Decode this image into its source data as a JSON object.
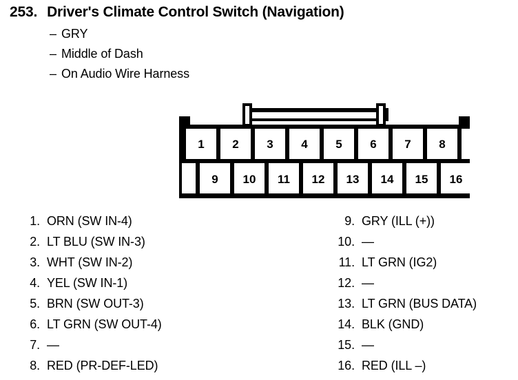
{
  "header": {
    "entry_number": "253.",
    "title": "Driver's Climate Control Switch (Navigation)",
    "dash": "–",
    "sub_lines": [
      "GRY",
      "Middle of Dash",
      "On Audio Wire Harness"
    ]
  },
  "connector": {
    "name": "16-pin-connector",
    "top_row_pins": [
      "1",
      "2",
      "3",
      "4",
      "5",
      "6",
      "7",
      "8"
    ],
    "bottom_row_pins": [
      "9",
      "10",
      "11",
      "12",
      "13",
      "14",
      "15",
      "16"
    ],
    "outline_color": "#000000",
    "fill_color": "#ffffff"
  },
  "pin_list": {
    "left": [
      {
        "index": "1.",
        "desc": "ORN (SW IN-4)"
      },
      {
        "index": "2.",
        "desc": "LT BLU (SW IN-3)"
      },
      {
        "index": "3.",
        "desc": "WHT (SW IN-2)"
      },
      {
        "index": "4.",
        "desc": "YEL (SW IN-1)"
      },
      {
        "index": "5.",
        "desc": "BRN (SW OUT-3)"
      },
      {
        "index": "6.",
        "desc": "LT GRN (SW OUT-4)"
      },
      {
        "index": "7.",
        "desc": "—"
      },
      {
        "index": "8.",
        "desc": "RED (PR-DEF-LED)"
      }
    ],
    "right": [
      {
        "index": "9.",
        "desc": "GRY (ILL (+))"
      },
      {
        "index": "10.",
        "desc": "—"
      },
      {
        "index": "11.",
        "desc": "LT GRN (IG2)"
      },
      {
        "index": "12.",
        "desc": "—"
      },
      {
        "index": "13.",
        "desc": "LT GRN (BUS DATA)"
      },
      {
        "index": "14.",
        "desc": "BLK (GND)"
      },
      {
        "index": "15.",
        "desc": "—"
      },
      {
        "index": "16.",
        "desc": "RED (ILL –)"
      }
    ]
  }
}
